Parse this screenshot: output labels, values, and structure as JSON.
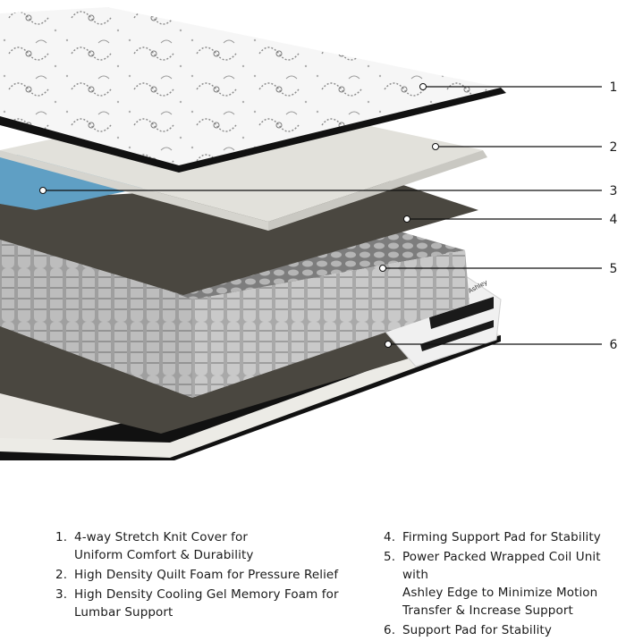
{
  "callouts": [
    "1",
    "2",
    "3",
    "4",
    "5",
    "6"
  ],
  "legend": {
    "left": [
      {
        "num": "1.",
        "lines": [
          "4-way Stretch Knit Cover for",
          "Uniform Comfort & Durability"
        ]
      },
      {
        "num": "2.",
        "lines": [
          "High Density Quilt Foam for Pressure Relief"
        ]
      },
      {
        "num": "3.",
        "lines": [
          "High Density Cooling Gel Memory Foam for",
          "Lumbar Support"
        ]
      }
    ],
    "right": [
      {
        "num": "4.",
        "lines": [
          "Firming Support Pad for Stability"
        ]
      },
      {
        "num": "5.",
        "lines": [
          "Power Packed Wrapped Coil Unit with",
          "Ashley Edge to Minimize Motion",
          "Transfer & Increase Support"
        ]
      },
      {
        "num": "6.",
        "lines": [
          "Support Pad for Stability"
        ]
      }
    ]
  },
  "brand_label": "Ashley",
  "colors": {
    "cover": "#f4f4f4",
    "quilt_foam": "#e4e3dd",
    "gel_foam": "#5f9fc4",
    "pad": "#4a4740",
    "coil": "#b8b8b8",
    "base_border": "#111111"
  }
}
